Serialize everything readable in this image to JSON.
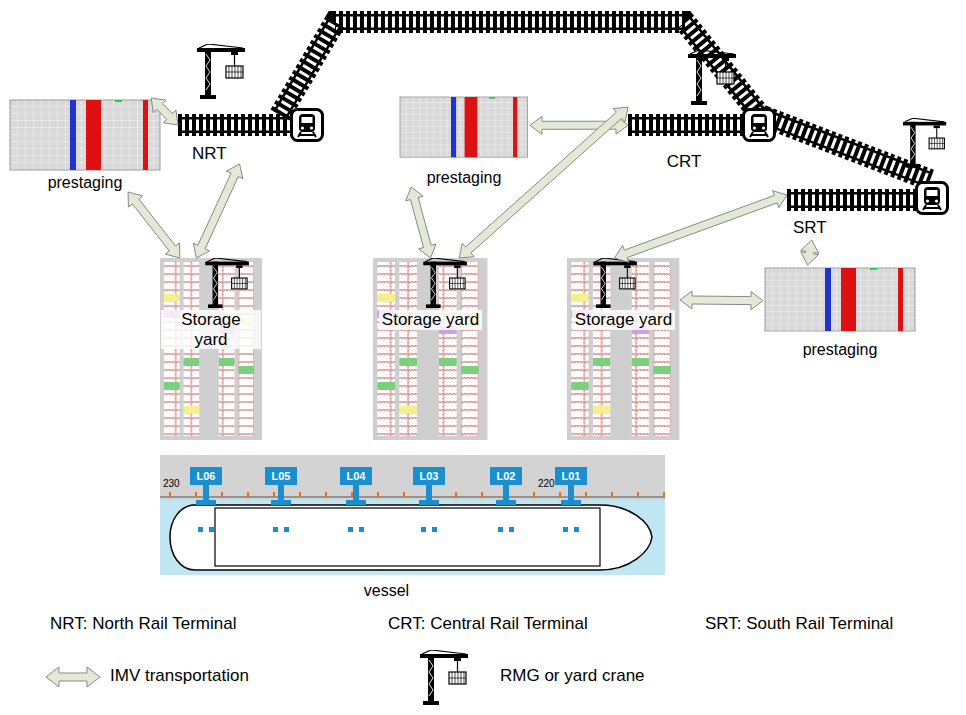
{
  "diagram": {
    "nodes": [
      {
        "text": [
          "prestaging"
        ]
      },
      {
        "text": [
          "NRT"
        ]
      },
      {
        "text": [
          "Storage yard"
        ]
      },
      {
        "text": [
          "prestaging"
        ]
      },
      {
        "text": [
          "CRT"
        ]
      },
      {
        "text": [
          "Storage yard"
        ]
      },
      {
        "text": [
          "SRT"
        ]
      },
      {
        "text": [
          "Storage yard"
        ]
      },
      {
        "text": [
          "prestaging"
        ]
      },
      {
        "text": [
          "vessel"
        ]
      },
      {
        "text": [
          "L06"
        ],
        "in": 9
      },
      {
        "text": [
          "L05"
        ],
        "in": 9
      },
      {
        "text": [
          "L04"
        ],
        "in": 9
      },
      {
        "text": [
          "L03"
        ],
        "in": 9
      },
      {
        "text": [
          "L02"
        ],
        "in": 9
      },
      {
        "text": [
          "L01"
        ],
        "in": 9
      }
    ],
    "edges": [
      {
        "from": 0,
        "to": 1,
        "arrow": "both"
      },
      {
        "from": 0,
        "to": 2,
        "arrow": "both"
      },
      {
        "from": 1,
        "to": 2,
        "arrow": "both"
      },
      {
        "from": 3,
        "to": 5,
        "arrow": "both"
      },
      {
        "from": 3,
        "to": 4,
        "arrow": "both"
      },
      {
        "from": 5,
        "to": 4,
        "arrow": "both"
      },
      {
        "from": 7,
        "to": 6,
        "arrow": "both"
      },
      {
        "from": 6,
        "to": 8,
        "arrow": "both"
      },
      {
        "from": 7,
        "to": 8,
        "arrow": "both"
      }
    ],
    "labels": [
      "NRT: North Rail Terminal",
      "CRT: Central Rail Terminal",
      "SRT: South Rail Terminal",
      "230",
      "220"
    ],
    "legend": [
      {
        "text": "IMV transportation"
      },
      {
        "text": "RMG or yard crane"
      }
    ]
  }
}
